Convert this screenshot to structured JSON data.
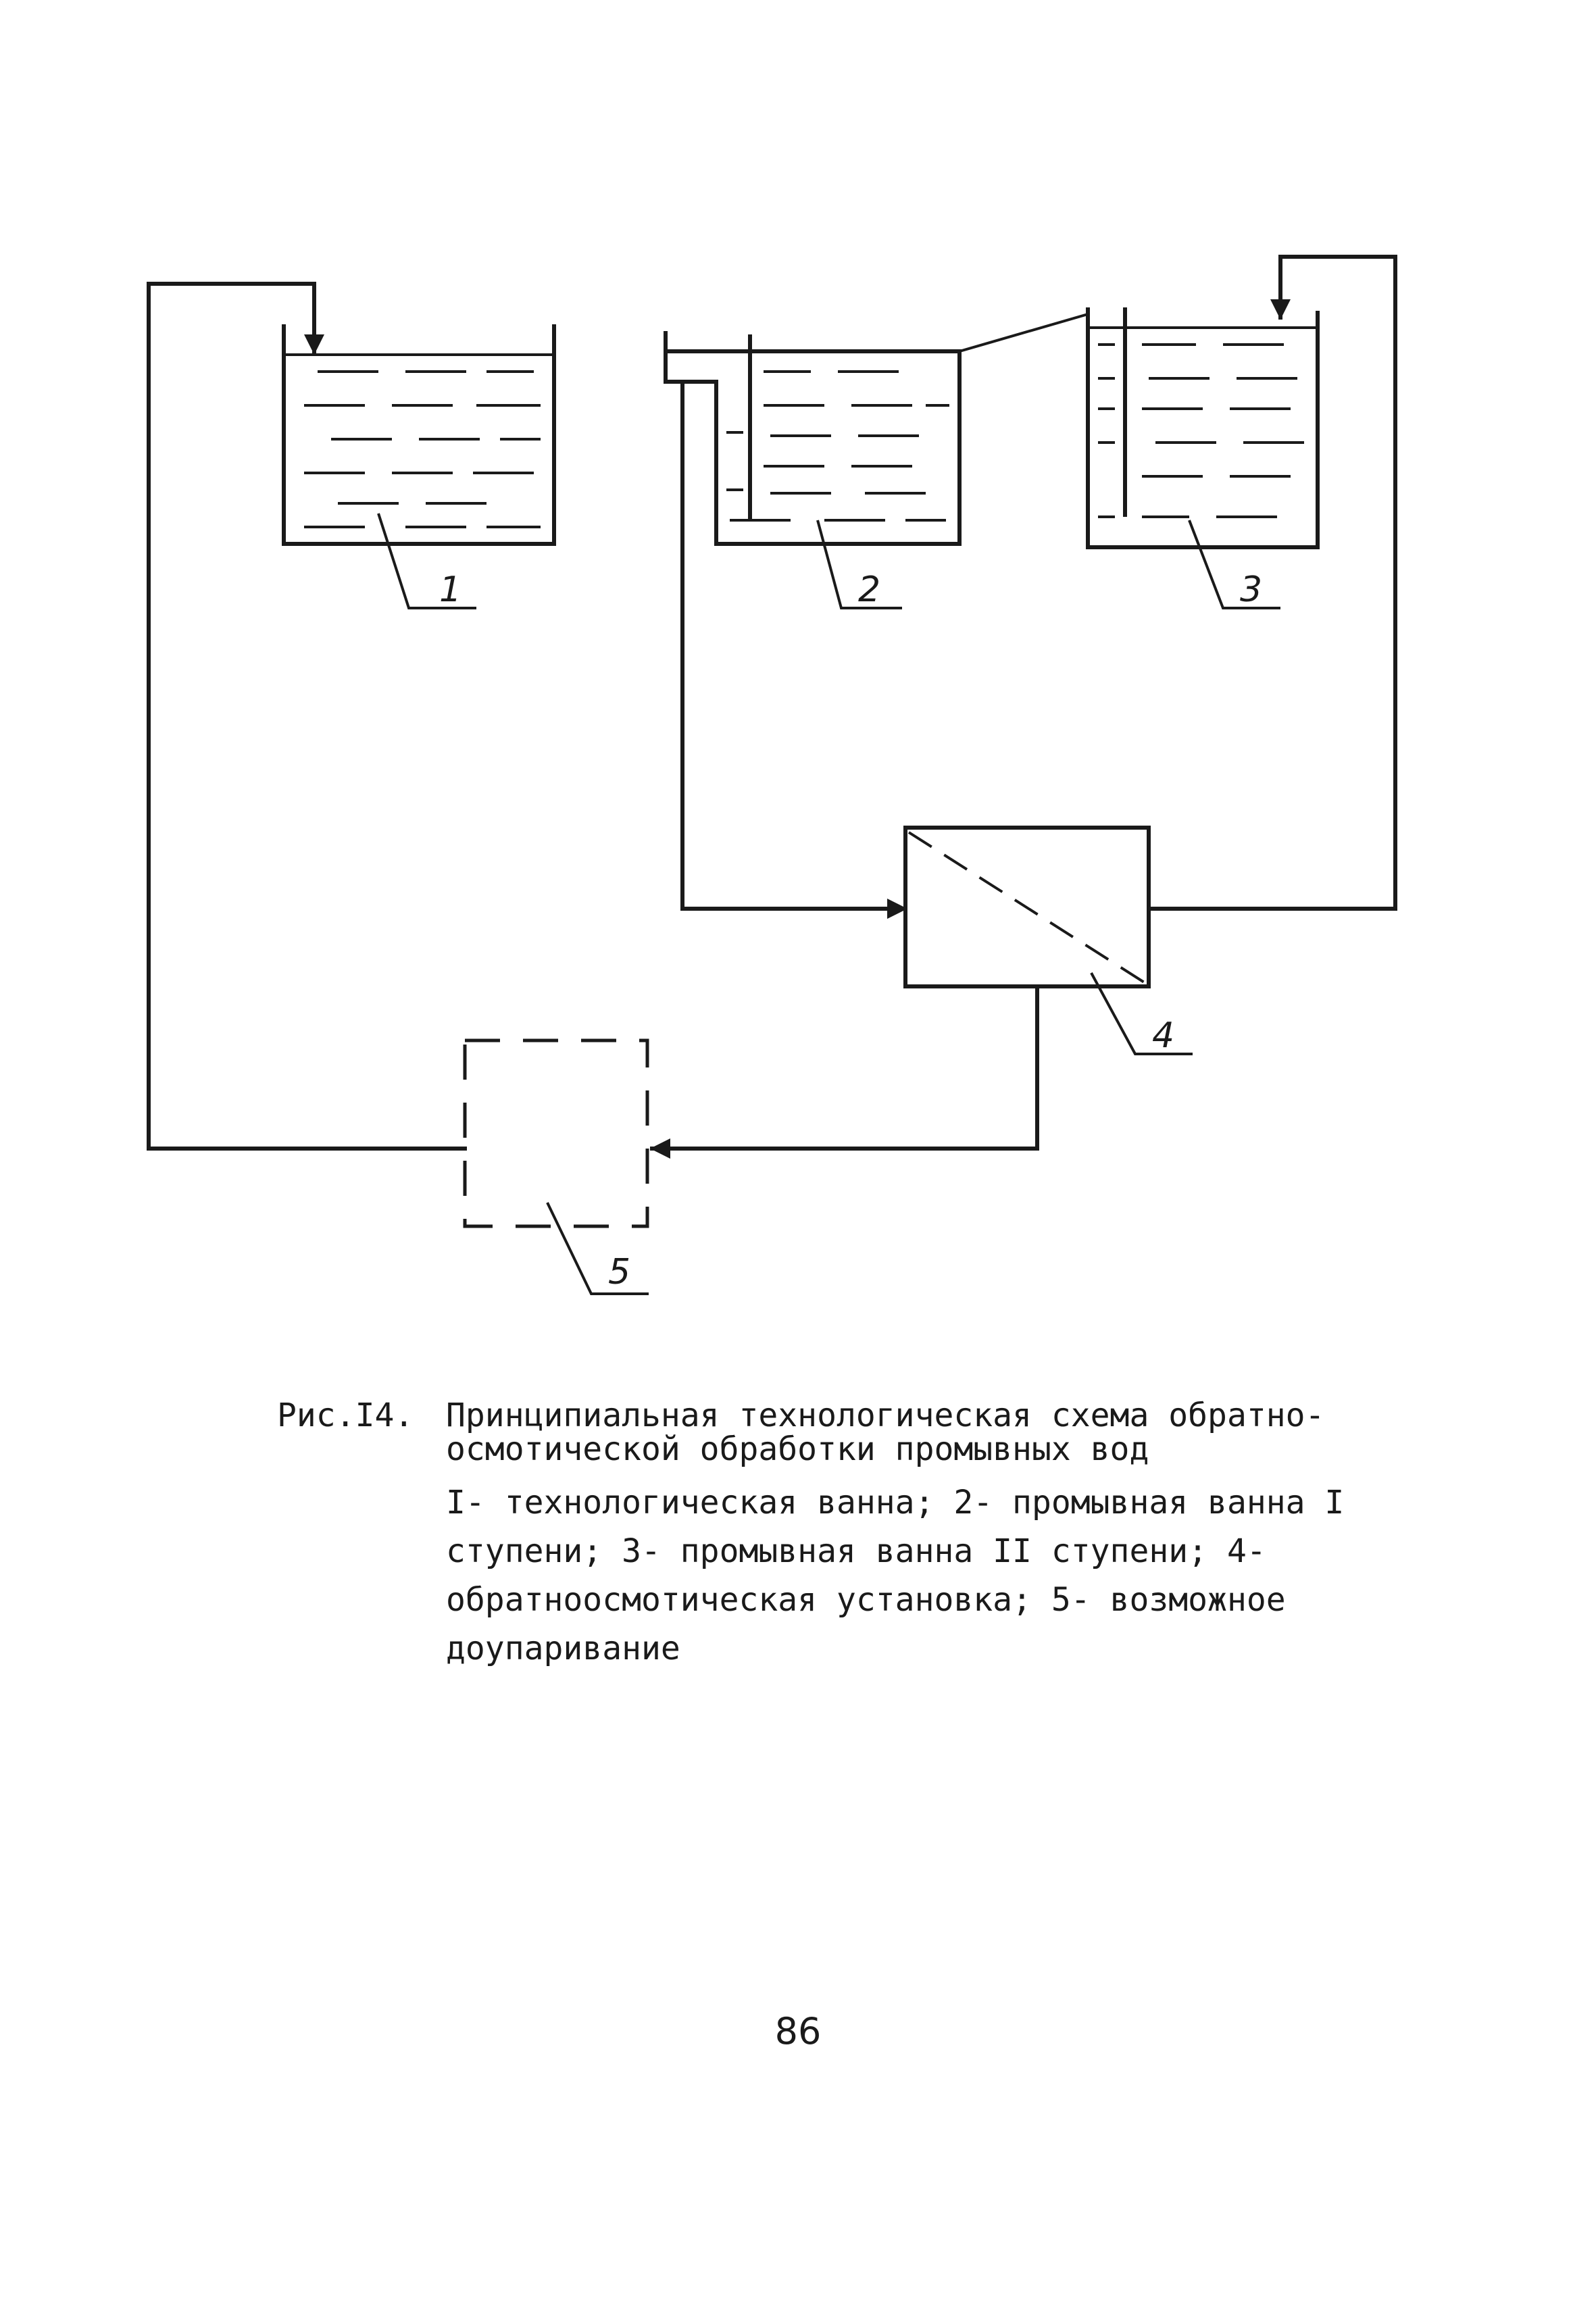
{
  "diagram": {
    "labels": {
      "tank1": "1",
      "tank2": "2",
      "tank3": "3",
      "unit4": "4",
      "unit5": "5"
    }
  },
  "caption": {
    "prefix": "Рис.I4.",
    "title": "Принципиальная технологическая схема обратно-осмотической обработки промывных вод",
    "legend": "I- технологическая ванна; 2- промывная ванна I ступени; 3- промывная ванна II ступени; 4- обратноосмотическая установка; 5- возможное доупаривание"
  },
  "page_number": "86"
}
